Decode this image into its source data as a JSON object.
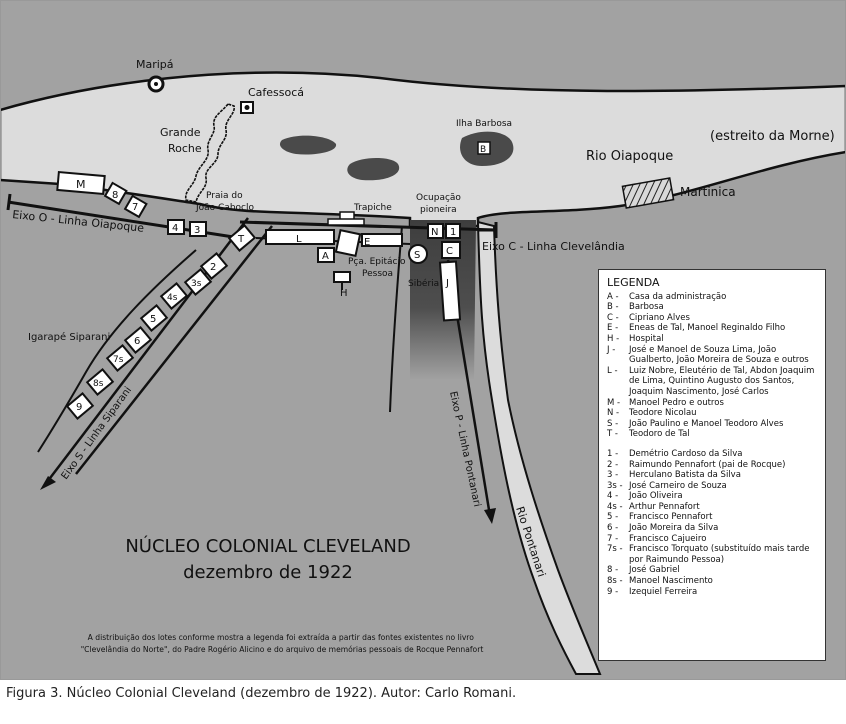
{
  "map": {
    "colors": {
      "land": "#a2a2a2",
      "water": "#dcdcdc",
      "dark": "#4a4a4a",
      "ink": "#111111",
      "lot": "#ffffff"
    },
    "places": {
      "maripa": "Maripá",
      "cafessoca": "Cafessocá",
      "grande_roche": [
        "Grande",
        "Roche"
      ],
      "ilha_barbosa": "Ilha Barbosa",
      "estreito": "(estreito da Morne)",
      "rio_oiapoque": "Rio Oiapoque",
      "martinica": "Martinica",
      "praia": [
        "Praia do",
        "João Caboclo"
      ],
      "trapiche": "Trapiche",
      "ocupacao": [
        "Ocupação",
        "pioneira"
      ],
      "praca": [
        "Pça. Epitácio",
        "Pessoa"
      ],
      "siberia": "Sibéria",
      "igarape": "Igarapé Siparani",
      "rio_pontanari": "Rio Pontanari"
    },
    "roads": {
      "eixo_o": "Eixo O - Linha Oiapoque",
      "eixo_c": "Eixo C - Linha Clevelândia",
      "eixo_s": "Eixo S - Linha Siparani",
      "eixo_p": "Eixo P - Linha Pontanari"
    },
    "lot_labels": {
      "M": "M",
      "n8": "8",
      "n7": "7",
      "n4": "4",
      "n3": "3",
      "T": "T",
      "n2": "2",
      "n3s": "3s",
      "n4s": "4s",
      "n5": "5",
      "n6": "6",
      "n7s": "7s",
      "n8s": "8s",
      "n9": "9",
      "L": "L",
      "A": "A",
      "E": "E",
      "H": "H",
      "S": "S",
      "N": "N",
      "n1": "1",
      "C": "C",
      "J": "J",
      "B": "B"
    },
    "title": [
      "NÚCLEO COLONIAL CLEVELAND",
      "dezembro de 1922"
    ],
    "note": [
      "A distribuição dos lotes conforme mostra a legenda foi extraída a partir das fontes existentes no livro",
      "\"Clevelândia do Norte\", do Padre Rogério Alicino e do arquivo de memórias pessoais de Rocque Pennafort"
    ]
  },
  "legend": {
    "title": "LEGENDA",
    "letters": [
      {
        "key": "A -",
        "text": "Casa da administração"
      },
      {
        "key": "B -",
        "text": "Barbosa"
      },
      {
        "key": "C -",
        "text": "Cipriano Alves"
      },
      {
        "key": "E -",
        "text": "Eneas de Tal, Manoel Reginaldo Filho"
      },
      {
        "key": "H -",
        "text": "Hospital"
      },
      {
        "key": "J -",
        "text": "José e Manoel de Souza Lima, João Gualberto, João Moreira de Souza e outros"
      },
      {
        "key": "L -",
        "text": "Luiz Nobre, Eleutério de Tal, Abdon Joaquim de Lima, Quintino Augusto dos Santos, Joaquim Nascimento, José Carlos"
      },
      {
        "key": "M -",
        "text": "Manoel Pedro e outros"
      },
      {
        "key": "N -",
        "text": "Teodore Nicolau"
      },
      {
        "key": "S -",
        "text": "João Paulino e Manoel Teodoro Alves"
      },
      {
        "key": "T -",
        "text": "Teodoro de Tal"
      }
    ],
    "numbers": [
      {
        "key": "1 -",
        "text": "Demétrio Cardoso da Silva"
      },
      {
        "key": "2 -",
        "text": "Raimundo Pennafort (pai de Rocque)"
      },
      {
        "key": "3 -",
        "text": "Herculano Batista da Silva"
      },
      {
        "key": "3s -",
        "text": "José Carneiro de Souza"
      },
      {
        "key": "4 -",
        "text": "João Oliveira"
      },
      {
        "key": "4s -",
        "text": "Arthur Pennafort"
      },
      {
        "key": "5 -",
        "text": "Francisco Pennafort"
      },
      {
        "key": "6 -",
        "text": "João Moreira da Silva"
      },
      {
        "key": "7 -",
        "text": "Francisco Cajueiro"
      },
      {
        "key": "7s -",
        "text": "Francisco Torquato (substituído mais tarde por Raimundo Pessoa)"
      },
      {
        "key": "8 -",
        "text": "José Gabriel"
      },
      {
        "key": "8s -",
        "text": "Manoel Nascimento"
      },
      {
        "key": "9 -",
        "text": "Izequiel Ferreira"
      }
    ]
  },
  "caption": "Figura 3. Núcleo Colonial Cleveland (dezembro de 1922). Autor: Carlo Romani."
}
